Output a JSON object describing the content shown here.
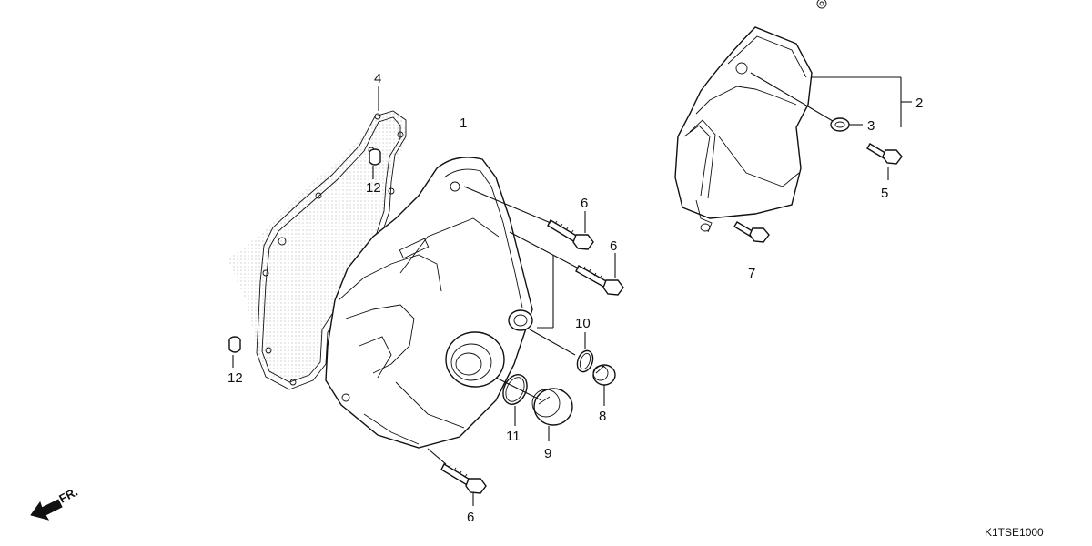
{
  "diagram_code": "K1TSE1000",
  "direction_label": "FR.",
  "parts": {
    "p1": "1",
    "p2": "2",
    "p3": "3",
    "p4": "4",
    "p5": "5",
    "p6a": "6",
    "p6b": "6",
    "p6c": "6",
    "p7": "7",
    "p8": "8",
    "p9": "9",
    "p10": "10",
    "p11": "11",
    "p12a": "12",
    "p12b": "12"
  }
}
